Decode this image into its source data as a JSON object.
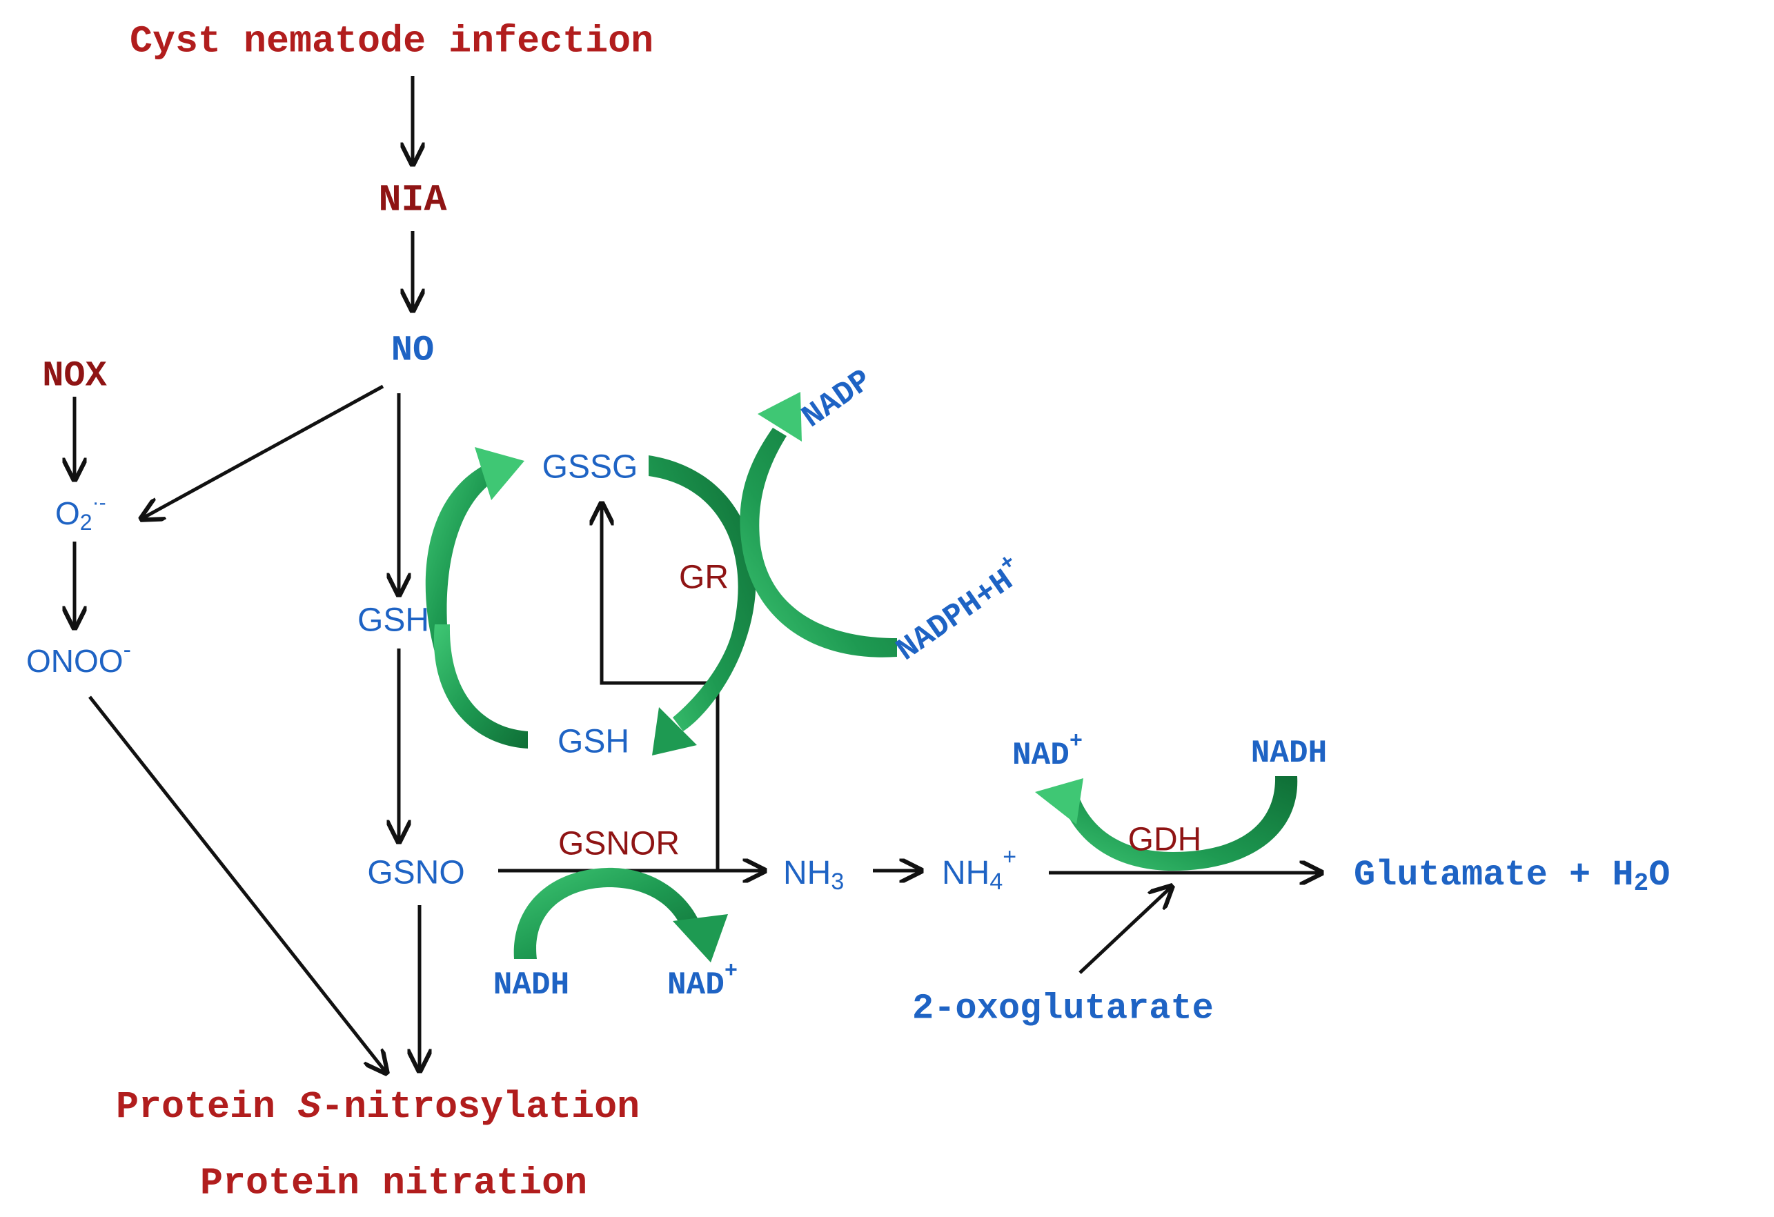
{
  "colors": {
    "red": "#b11d1d",
    "darkred": "#8f1414",
    "blue": "#1e63c4",
    "arrow": "#111111",
    "green_dark": "#0f6e36",
    "green_mid": "#1e9a52",
    "green_light": "#3fc774"
  },
  "labels": {
    "cyst": "Cyst nematode infection",
    "nia": "NIA",
    "no": "NO",
    "nox": "NOX",
    "o2_base": "O",
    "o2_sub": "2",
    "o2_sup": "·-",
    "onoo_base": "ONOO",
    "onoo_sup": "-",
    "gsh_left": "GSH",
    "gssg": "GSSG",
    "gsh_cycle": "GSH",
    "gr": "GR",
    "nadp": "NADP",
    "nadph": "NADPH+H",
    "nadph_sup": "+",
    "gsno": "GSNO",
    "gsnor": "GSNOR",
    "nadh_gsnor": "NADH",
    "nad_gsnor": "NAD",
    "nad_gsnor_sup": "+",
    "nh3_base": "NH",
    "nh3_sub": "3",
    "nh4_base": "NH",
    "nh4_sub": "4",
    "nh4_sup": "+",
    "nad_gdh": "NAD",
    "nad_gdh_sup": "+",
    "nadh_gdh": "NADH",
    "gdh": "GDH",
    "glutamate": "Glutamate + H",
    "glutamate_sub": "2",
    "glutamate_tail": "O",
    "oxoglutarate": "2-oxoglutarate",
    "snitro_pre": "Protein ",
    "snitro_s": "S",
    "snitro_post": "-nitrosylation",
    "nitration": "Protein nitration"
  }
}
